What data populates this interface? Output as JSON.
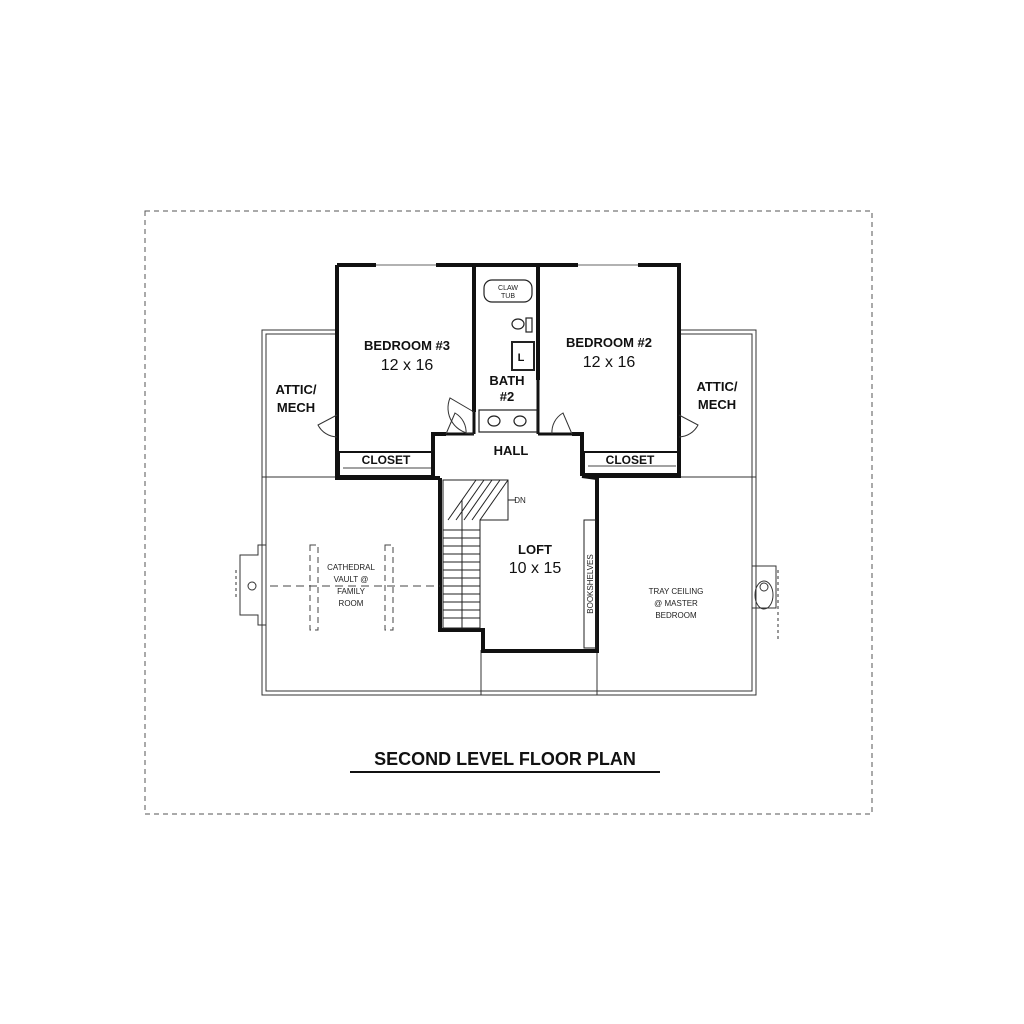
{
  "title": "SECOND LEVEL FLOOR PLAN",
  "rooms": {
    "bedroom3": {
      "name": "BEDROOM #3",
      "size": "12 x 16"
    },
    "bedroom2": {
      "name": "BEDROOM #2",
      "size": "12 x 16"
    },
    "bath": {
      "name": "BATH",
      "number": "#2",
      "tub_line1": "CLAW",
      "tub_line2": "TUB"
    },
    "hall": "HALL",
    "loft": {
      "name": "LOFT",
      "size": "10 x 15"
    },
    "closet_left": "CLOSET",
    "closet_right": "CLOSET",
    "attic_left": {
      "line1": "ATTIC/",
      "line2": "MECH"
    },
    "attic_right": {
      "line1": "ATTIC/",
      "line2": "MECH"
    },
    "linen": "L",
    "stair_dn": "DN",
    "bookshelves": "BOOKSHELVES"
  },
  "notes": {
    "cathedral": [
      "CATHEDRAL",
      "VAULT @",
      "FAMILY",
      "ROOM"
    ],
    "tray": [
      "TRAY CEILING",
      "@ MASTER",
      "BEDROOM"
    ]
  }
}
